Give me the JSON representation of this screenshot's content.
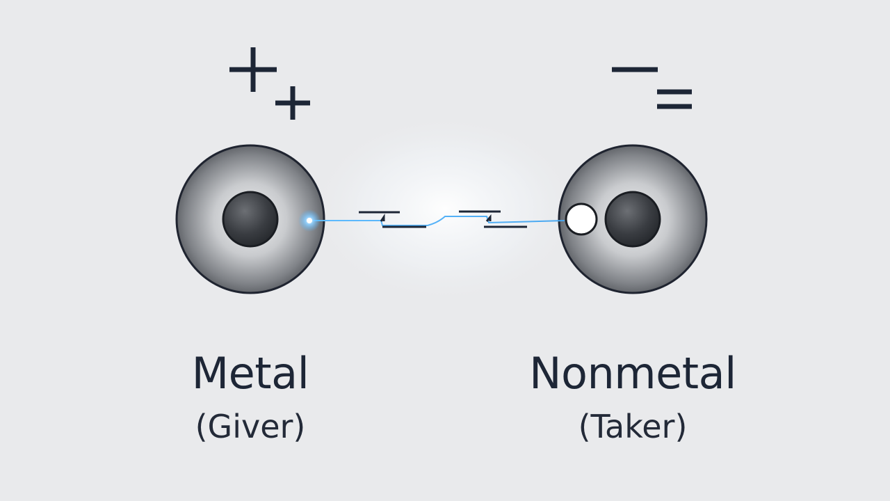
{
  "metal": {
    "name": "Metal",
    "role": "(Giver)",
    "charge_symbols": [
      "+",
      "+"
    ]
  },
  "nonmetal": {
    "name": "Nonmetal",
    "role": "(Taker)",
    "charge_symbols": [
      "−",
      "="
    ]
  },
  "colors": {
    "background": "#e9eaec",
    "text": "#1d2636",
    "electron_glow": "#4fb3ff",
    "atom_shell": "#8a8d92",
    "atom_core": "#3a3d42"
  }
}
